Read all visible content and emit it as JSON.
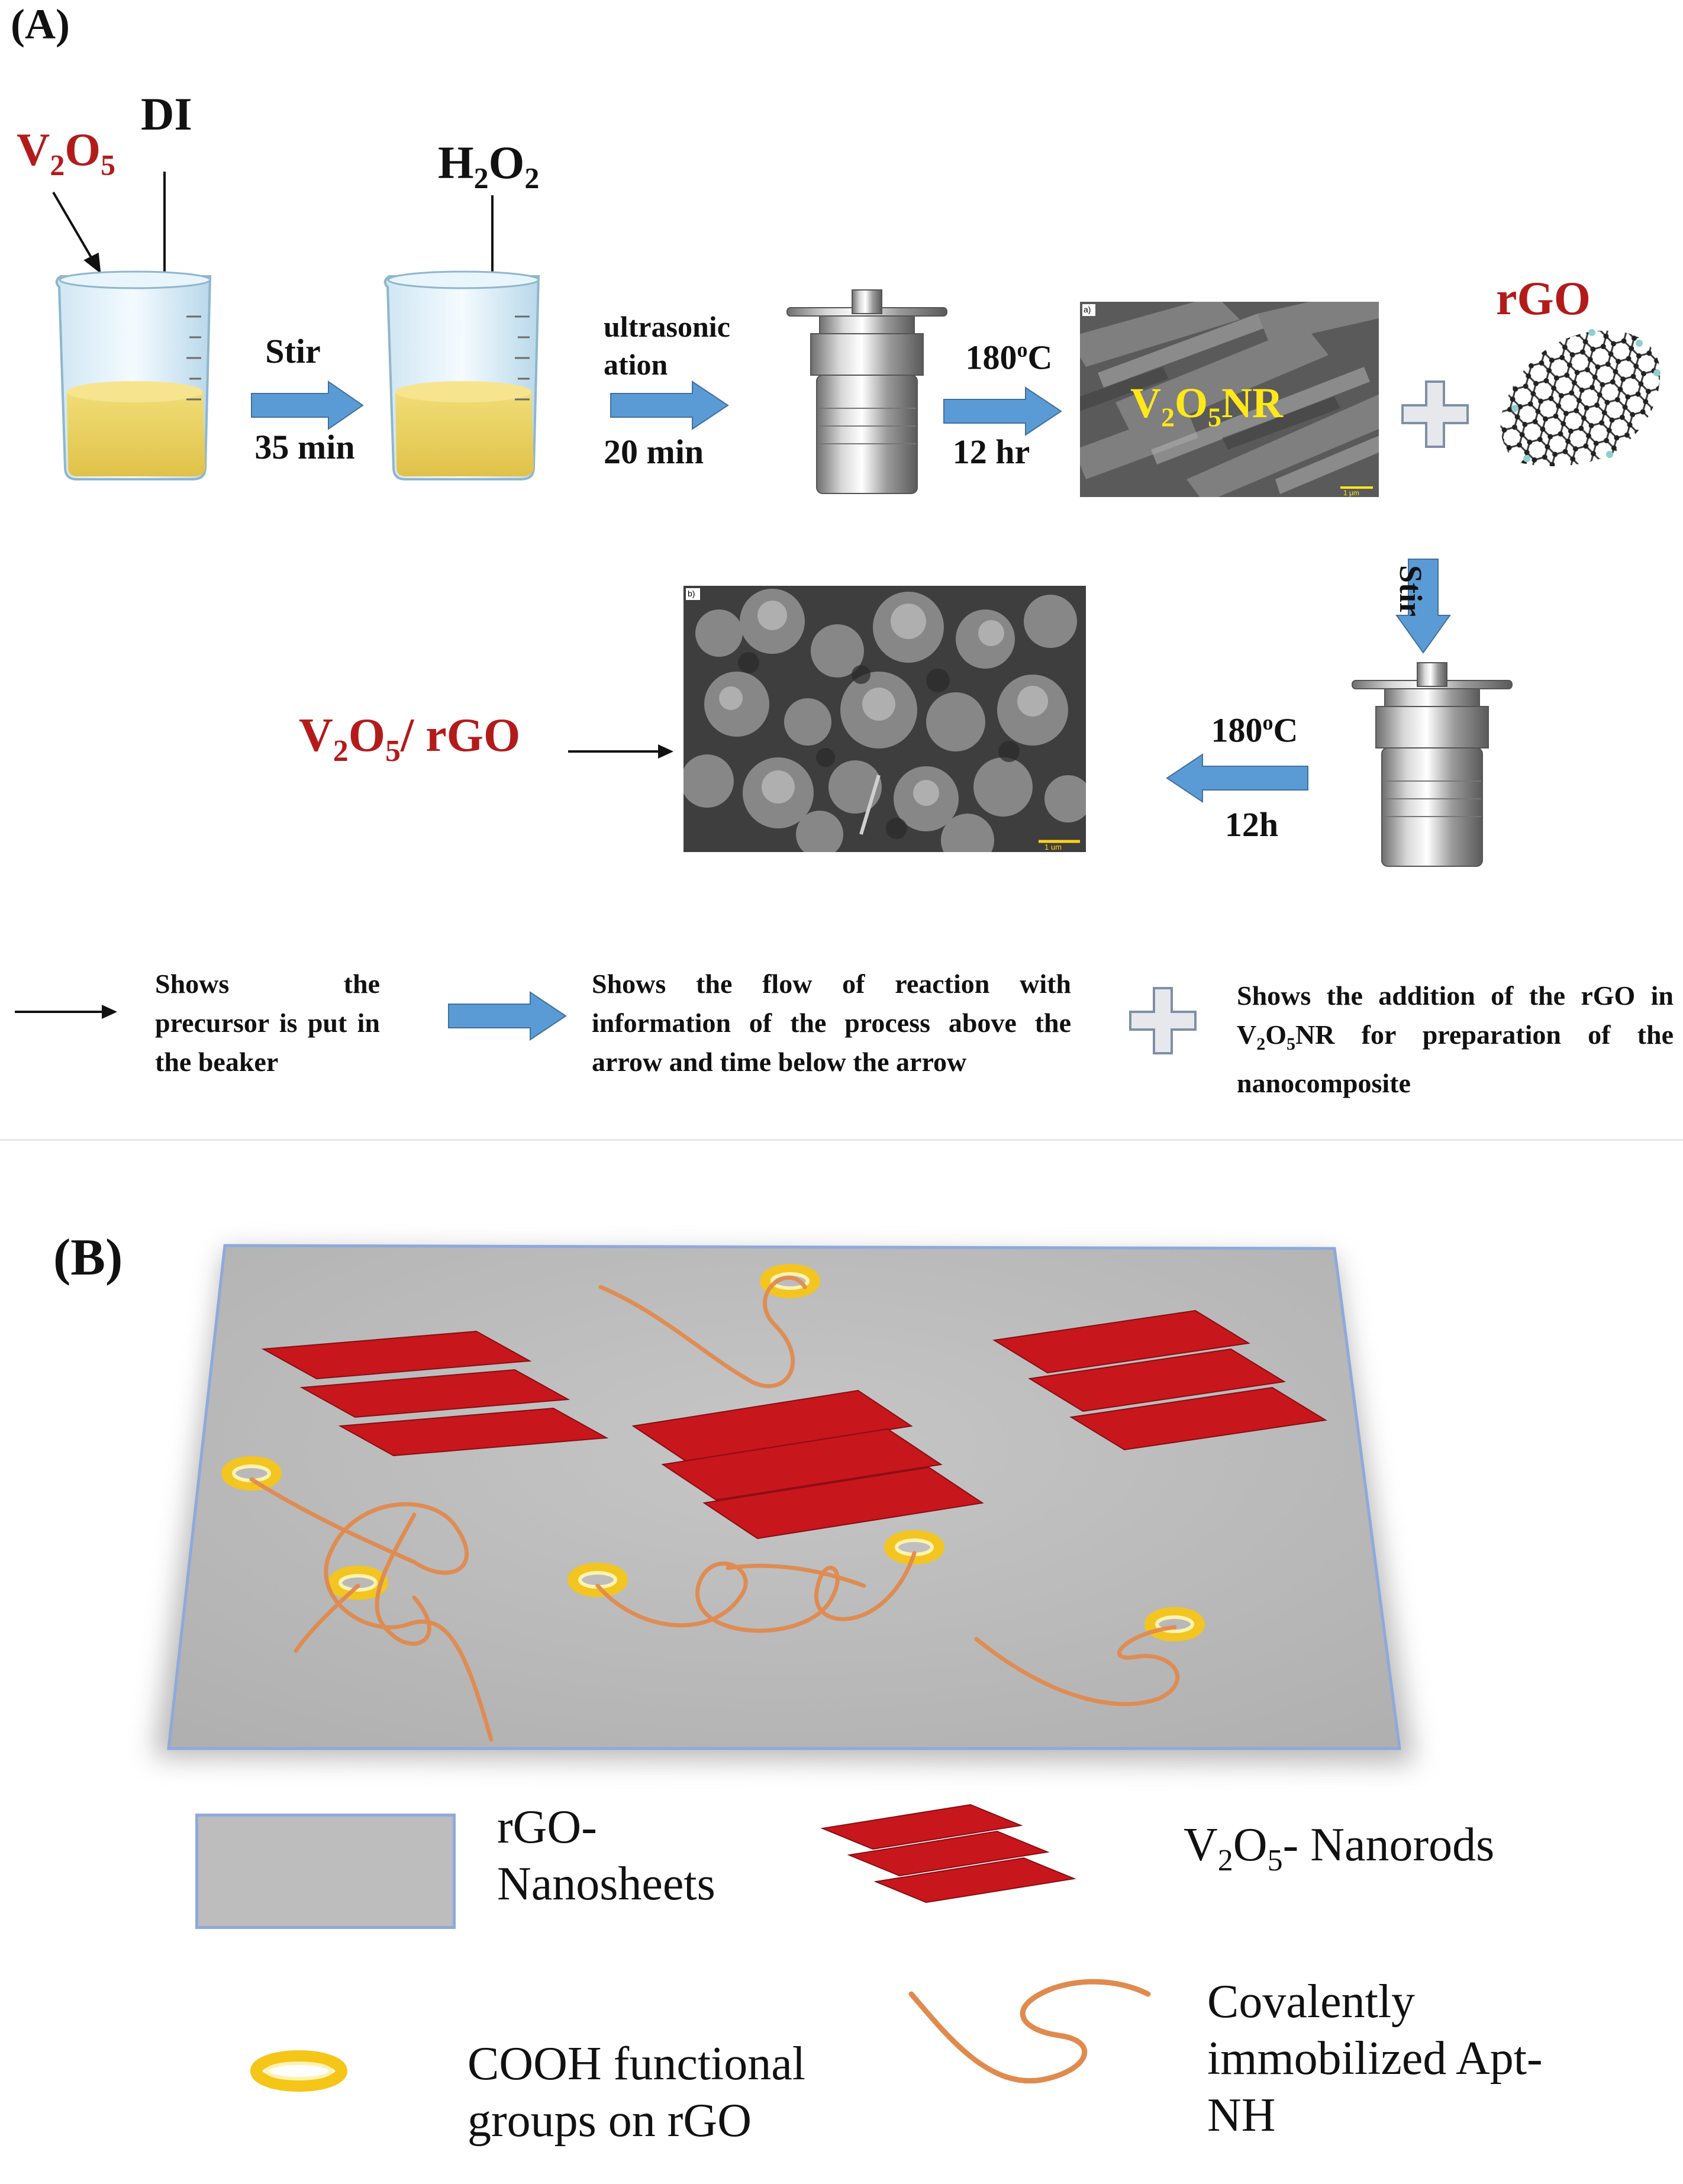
{
  "panel_a": {
    "tag": "(A)",
    "reagents": {
      "v2o5": [
        "V",
        "2",
        "O",
        "5"
      ],
      "di": "DI",
      "h2o2": [
        "H",
        "2",
        "O",
        "2"
      ],
      "rgo": "rGO"
    },
    "steps": {
      "stir1_top": "Stir",
      "stir1_bottom": "35 min",
      "sono_top_1": "ultrasonic",
      "sono_top_2": "ation",
      "sono_bottom": "20 min",
      "heat1_top": [
        "180",
        "o",
        "C"
      ],
      "heat1_bottom": "12 hr",
      "stir2": "Stir",
      "heat2_top": [
        "180",
        "o",
        "C"
      ],
      "heat2_bottom": "12h"
    },
    "sem1": {
      "corner": "a)",
      "label": [
        "V",
        "2",
        "O",
        "5",
        "NR"
      ],
      "scale": "1 μm"
    },
    "sem2": {
      "corner": "b)",
      "scale": "1 um"
    },
    "product": [
      "V",
      "2",
      "O",
      "5",
      "/ rGO"
    ],
    "legend": {
      "thin_arrow": "Shows the precursor is put in the beaker",
      "block_arrow": "Shows the flow of reaction with information of the process above the arrow and time below the arrow",
      "plus": [
        "Shows the addition of the rGO in V",
        "2",
        "O",
        "5",
        "NR for preparation of the nanocomposite"
      ]
    }
  },
  "panel_b": {
    "tag": "(B)",
    "legend": {
      "sheet": [
        "rGO-",
        "Nanosheets"
      ],
      "nanorods": [
        "V",
        "2",
        "O",
        "5",
        "- Nanorods"
      ],
      "cooh": [
        "COOH functional",
        "groups on rGO"
      ],
      "apt": [
        "Covalently",
        "immobilized Apt-",
        "NH"
      ]
    }
  },
  "colors": {
    "red_text": "#b31b1b",
    "arrow_blue": "#5b9bd5",
    "nanorod_red": "#c8161d",
    "sheet_gray": "#bdbdbd",
    "sheet_border": "#8ea9db",
    "apt_orange": "#e08a4e",
    "cooh_yellow": "#f5c518",
    "sem_label_yellow": "#ffe81a"
  },
  "icons": [
    "beaker-icon",
    "autoclave-icon",
    "plus-icon",
    "graphene-icon",
    "block-arrow-icon",
    "thin-arrow-icon"
  ]
}
